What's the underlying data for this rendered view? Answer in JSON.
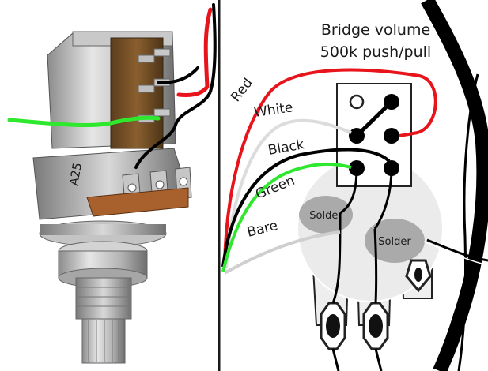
{
  "title": {
    "line1": "Bridge volume",
    "line2": "500k push/pull"
  },
  "wires": {
    "red": "Red",
    "white": "White",
    "black": "Black",
    "green": "Green",
    "bare": "Bare"
  },
  "solder": {
    "left": "Solder",
    "right": "Solder"
  },
  "photo": {
    "body_marking": "A25"
  },
  "colors": {
    "red_wire": "#e8141b",
    "green_wire": "#2ee82e",
    "black_wire": "#000000",
    "white_wire": "#dcdcdc",
    "bare_wire": "#cfcfcf",
    "pot_body": "#ebebeb",
    "solder_blob": "#aaaaaa"
  },
  "icons": {
    "photo": "push-pull-pot-photo",
    "switch": "dpdt-switch-icon",
    "pot": "potentiometer-icon"
  }
}
